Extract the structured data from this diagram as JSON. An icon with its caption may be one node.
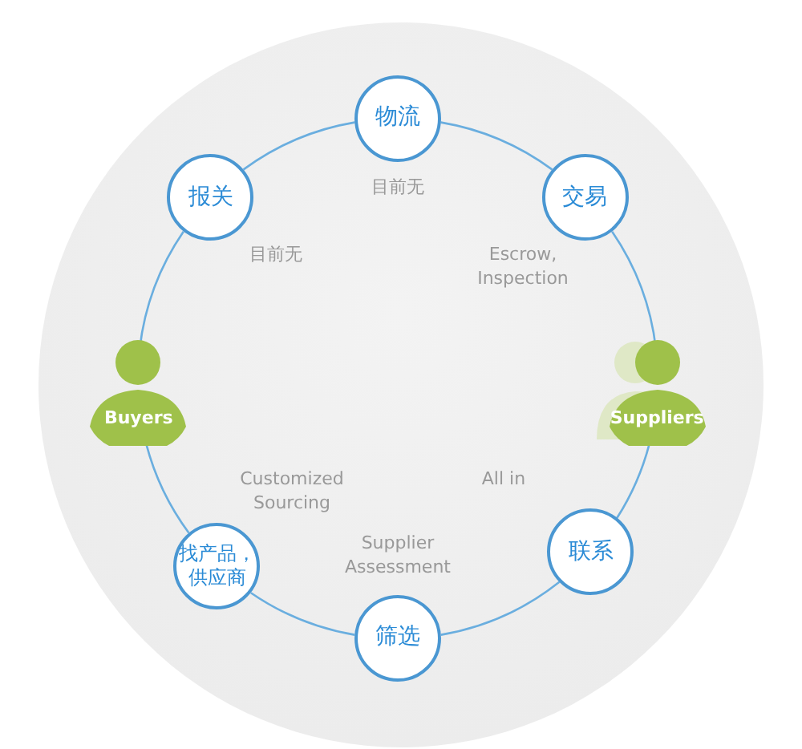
{
  "diagram": {
    "nodes": [
      {
        "text": [
          "物流"
        ],
        "beside": [
          "目前无"
        ]
      },
      {
        "text": [
          "报关"
        ],
        "beside": [
          "目前无"
        ]
      },
      {
        "text": [
          "交易"
        ],
        "beside": [
          "Escrow, Inspection"
        ]
      },
      {
        "text": [
          "Buyers"
        ]
      },
      {
        "text": [
          "Suppliers"
        ]
      },
      {
        "text": [
          "找产品，供应商"
        ],
        "beside": [
          "Customized Sourcing"
        ]
      },
      {
        "text": [
          "联系"
        ],
        "beside": [
          "All in"
        ]
      },
      {
        "text": [
          "筛选"
        ],
        "beside": [
          "Supplier Assessment"
        ]
      }
    ],
    "edges": [
      {
        "from": 0,
        "to": 2,
        "arrow": "none"
      },
      {
        "from": 2,
        "to": 4,
        "arrow": "none"
      },
      {
        "from": 4,
        "to": 6,
        "arrow": "none"
      },
      {
        "from": 6,
        "to": 7,
        "arrow": "none"
      },
      {
        "from": 7,
        "to": 5,
        "arrow": "none"
      },
      {
        "from": 5,
        "to": 3,
        "arrow": "none"
      },
      {
        "from": 3,
        "to": 1,
        "arrow": "none"
      },
      {
        "from": 1,
        "to": 0,
        "arrow": "none"
      }
    ]
  }
}
